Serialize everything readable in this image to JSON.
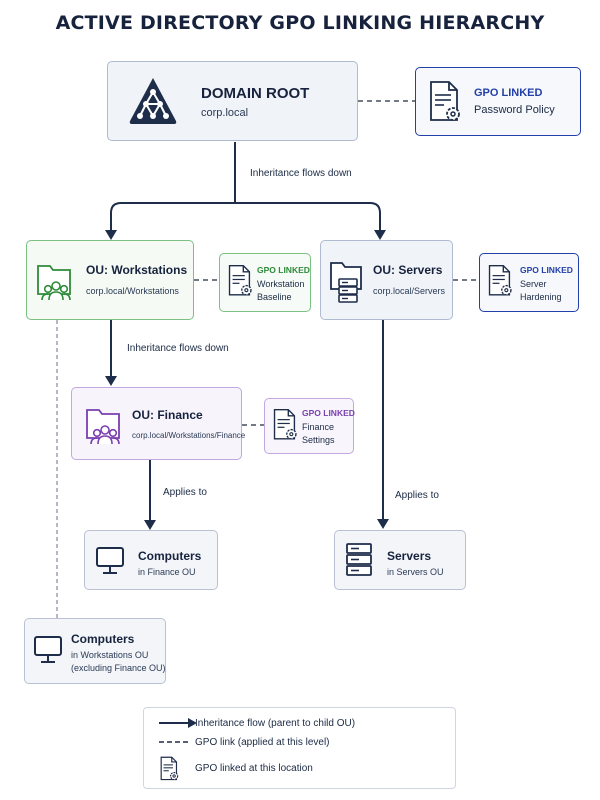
{
  "title": "ACTIVE DIRECTORY GPO LINKING HIERARCHY",
  "root": {
    "title": "DOMAIN ROOT",
    "subtitle": "corp.local"
  },
  "gpo_root": {
    "tag": "GPO LINKED",
    "name": "Password Policy"
  },
  "ou_workstations": {
    "title": "OU: Workstations",
    "subtitle": "corp.local/Workstations"
  },
  "gpo_workstations": {
    "tag": "GPO LINKED",
    "name_line1": "Workstation",
    "name_line2": "Baseline"
  },
  "ou_servers": {
    "title": "OU: Servers",
    "subtitle": "corp.local/Servers"
  },
  "gpo_servers": {
    "tag": "GPO LINKED",
    "name_line1": "Server",
    "name_line2": "Hardening"
  },
  "ou_finance": {
    "title": "OU: Finance",
    "subtitle": "corp.local/Workstations/Finance"
  },
  "gpo_finance": {
    "tag": "GPO LINKED",
    "name_line1": "Finance",
    "name_line2": "Settings"
  },
  "computers_finance": {
    "title": "Computers",
    "subtitle": "in Finance OU"
  },
  "servers_target": {
    "title": "Servers",
    "subtitle": "in Servers OU"
  },
  "computers_workstations": {
    "title": "Computers",
    "subtitle_line1": "in Workstations OU",
    "subtitle_line2": "(excluding Finance OU)"
  },
  "flow_labels": {
    "root_to_ous": "Inheritance flows down",
    "workstations_to_finance": "Inheritance flows down",
    "finance_applies": "Applies to",
    "servers_applies": "Applies to"
  },
  "legend": {
    "inheritance": "Inheritance flow (parent to child OU)",
    "gpo_link": "GPO link (applied at this level)",
    "gpo_location": "GPO linked at this location"
  },
  "colors": {
    "arrow": "#1e2d4a",
    "root_border": "#aebbd0",
    "gpo_blue": "#2340a8",
    "workstations_green": "#2e8b3a",
    "finance_purple": "#7a3fb0",
    "neutral_border": "#b8c2d2"
  }
}
